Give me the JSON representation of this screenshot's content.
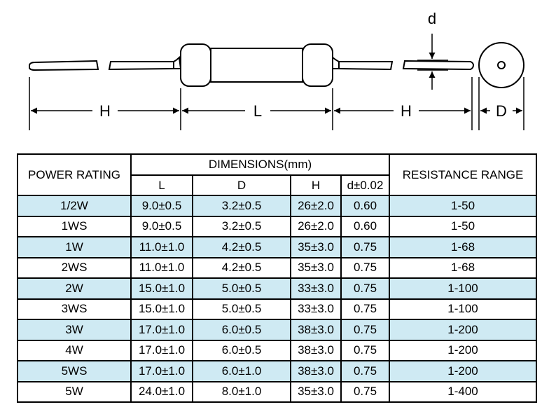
{
  "drawing": {
    "labels": {
      "h_left": "H",
      "l": "L",
      "h_right": "H",
      "d_top": "d",
      "d_end": "D"
    }
  },
  "table": {
    "headers": {
      "power_rating": "POWER RATING",
      "dimensions": "DIMENSIONS(mm)",
      "resistance_range": "RESISTANCE RANGE",
      "sub": [
        "L",
        "D",
        "H",
        "d±0.02"
      ]
    },
    "rows": [
      [
        "1/2W",
        "9.0±0.5",
        "3.2±0.5",
        "26±2.0",
        "0.60",
        "1-50"
      ],
      [
        "1WS",
        "9.0±0.5",
        "3.2±0.5",
        "26±2.0",
        "0.60",
        "1-50"
      ],
      [
        "1W",
        "11.0±1.0",
        "4.2±0.5",
        "35±3.0",
        "0.75",
        "1-68"
      ],
      [
        "2WS",
        "11.0±1.0",
        "4.2±0.5",
        "35±3.0",
        "0.75",
        "1-68"
      ],
      [
        "2W",
        "15.0±1.0",
        "5.0±0.5",
        "33±3.0",
        "0.75",
        "1-100"
      ],
      [
        "3WS",
        "15.0±1.0",
        "5.0±0.5",
        "33±3.0",
        "0.75",
        "1-100"
      ],
      [
        "3W",
        "17.0±1.0",
        "6.0±0.5",
        "38±3.0",
        "0.75",
        "1-200"
      ],
      [
        "4W",
        "17.0±1.0",
        "6.0±0.5",
        "38±3.0",
        "0.75",
        "1-200"
      ],
      [
        "5WS",
        "17.0±1.0",
        "6.0±1.0",
        "38±3.0",
        "0.75",
        "1-200"
      ],
      [
        "5W",
        "24.0±1.0",
        "8.0±1.0",
        "35±3.0",
        "0.75",
        "1-400"
      ]
    ],
    "colors": {
      "shaded": "#cfeaf3",
      "plain": "#ffffff"
    }
  }
}
